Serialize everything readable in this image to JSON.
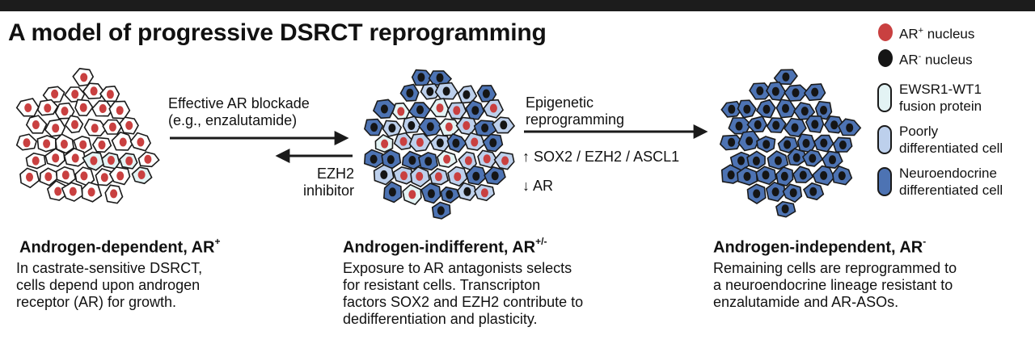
{
  "title": "A model of progressive DSRCT reprogramming",
  "colors": {
    "ar_positive_nucleus": "#c94040",
    "ar_negative_nucleus": "#151515",
    "fusion_protein_cell": "#e3f3f4",
    "poorly_differentiated_cell": "#bdd0ec",
    "neuroendocrine_cell": "#4d73b3",
    "background": "#ffffff",
    "top_bar": "#1c1c1c"
  },
  "legend": [
    {
      "label": "AR",
      "sup": "+",
      "suffix": " nucleus",
      "symbol": "red-nucleus"
    },
    {
      "label": "AR",
      "sup": "-",
      "suffix": " nucleus",
      "symbol": "black-nucleus"
    },
    {
      "label": "EWSR1-WT1\nfusion protein",
      "symbol": "fusion-protein-cell"
    },
    {
      "label": "Poorly\ndifferentiated cell",
      "symbol": "poorly-differentiated-cell"
    },
    {
      "label": "Neuroendocrine\ndifferentiated cell",
      "symbol": "neuroendocrine-cell"
    }
  ],
  "arrows": {
    "forward_1": {
      "lines": [
        "Effective AR blockade",
        "(e.g., enzalutamide)"
      ]
    },
    "reverse_1": {
      "lines": [
        "EZH2",
        "inhibitor"
      ]
    },
    "forward_2": {
      "lines": [
        "Epigenetic",
        "reprogramming"
      ]
    },
    "markers": {
      "up": {
        "glyph": "↑",
        "text": "SOX2 / EZH2 / ASCL1"
      },
      "down": {
        "glyph": "↓",
        "text": "AR"
      }
    }
  },
  "stages": [
    {
      "title_main": "Androgen-dependent, AR",
      "title_sup": "+",
      "description": [
        "In castrate-sensitive DSRCT,",
        "cells depend upon androgen",
        "receptor (AR) for growth."
      ]
    },
    {
      "title_main": "Androgen-indifferent, AR",
      "title_sup": "+/-",
      "description": [
        "Exposure to AR antagonists selects",
        "for resistant cells. Transcripton",
        "factors SOX2 and EZH2 contribute to",
        "dedifferentiation and plasticity."
      ]
    },
    {
      "title_main": "Androgen-independent, AR",
      "title_sup": "-",
      "description": [
        "Remaining cells are reprogrammed to",
        "a neuroendocrine lineage resistant to",
        "enzalutamide and AR-ASOs."
      ]
    }
  ]
}
